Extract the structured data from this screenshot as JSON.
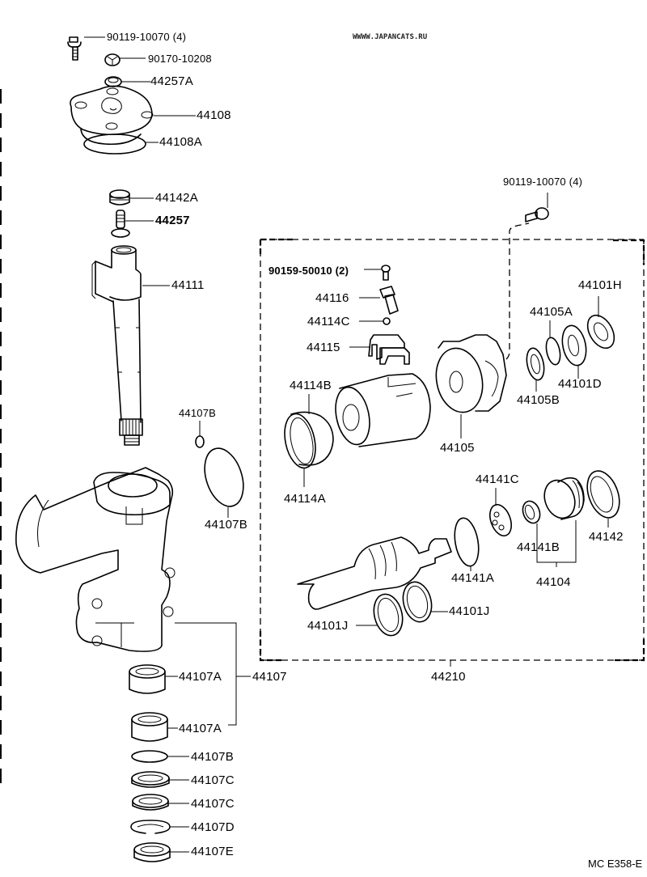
{
  "watermark": "WWWW.JAPANCATS.RU",
  "footer_code": "MC  E358-E",
  "parts": {
    "bolt_top": "90119-10070 (4)",
    "nut_top": "90170-10208",
    "p44257A": "44257A",
    "p44108": "44108",
    "p44108A": "44108A",
    "p44142A": "44142A",
    "p44257": "44257",
    "p44111": "44111",
    "p44107B_small": "44107B",
    "p44107B_large": "44107B",
    "p44107A_1": "44107A",
    "p44107": "44107",
    "p44107A_2": "44107A",
    "p44107B_ring": "44107B",
    "p44107C_1": "44107C",
    "p44107C_2": "44107C",
    "p44107D": "44107D",
    "p44107E": "44107E",
    "bolt_right": "90119-10070 (4)",
    "screw_small": "90159-50010 (2)",
    "p44116": "44116",
    "p44114C": "44114C",
    "p44115": "44115",
    "p44114B": "44114B",
    "p44114A": "44114A",
    "p44105": "44105",
    "p44105A": "44105A",
    "p44105B": "44105B",
    "p44101H": "44101H",
    "p44101D": "44101D",
    "p44141C": "44141C",
    "p44141A": "44141A",
    "p44141B": "44141B",
    "p44104": "44104",
    "p44142": "44142",
    "p44101J_1": "44101J",
    "p44101J_2": "44101J",
    "p44210": "44210"
  }
}
